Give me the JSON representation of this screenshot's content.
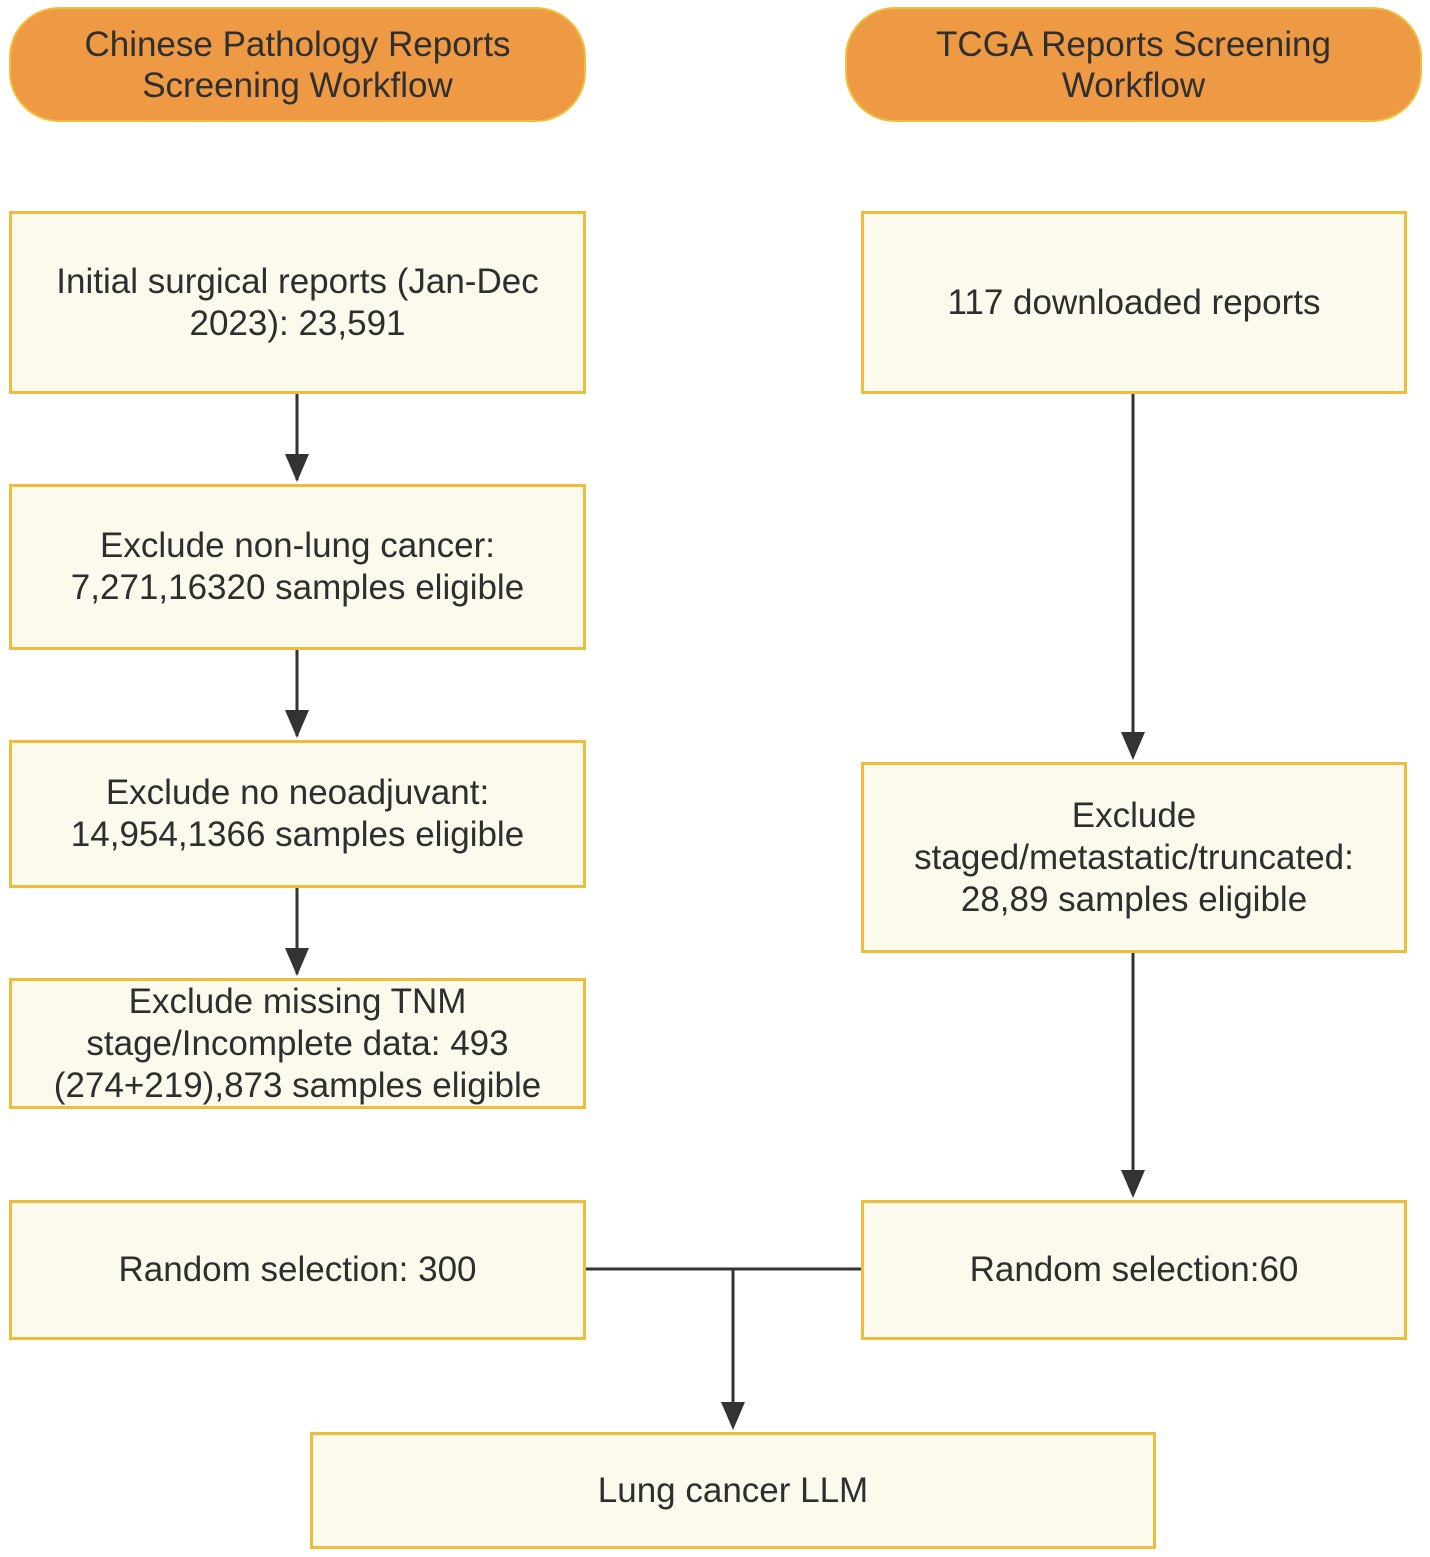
{
  "headers": {
    "left": "Chinese Pathology Reports Screening Workflow",
    "right": "TCGA Reports Screening Workflow"
  },
  "left_flow": {
    "initial": "Initial surgical reports (Jan-Dec 2023): 23,591",
    "exclude_non_lung": "Exclude non-lung cancer: 7,271,16320 samples eligible",
    "exclude_no_neoadjuvant": "Exclude no neoadjuvant: 14,954,1366 samples eligible",
    "exclude_missing_tnm": "Exclude missing TNM stage/Incomplete data: 493 (274+219),873 samples eligible",
    "random_selection": "Random selection: 300"
  },
  "right_flow": {
    "downloaded": "117 downloaded reports",
    "exclude_staged": "Exclude staged/metastatic/truncated: 28,89 samples eligible",
    "random_selection": "Random selection:60"
  },
  "final": {
    "llm": "Lung cancer LLM"
  },
  "colors": {
    "header_fill": "#ee9944",
    "box_fill": "#fcf9ed",
    "border": "#eebd3c",
    "arrow": "#333333"
  }
}
